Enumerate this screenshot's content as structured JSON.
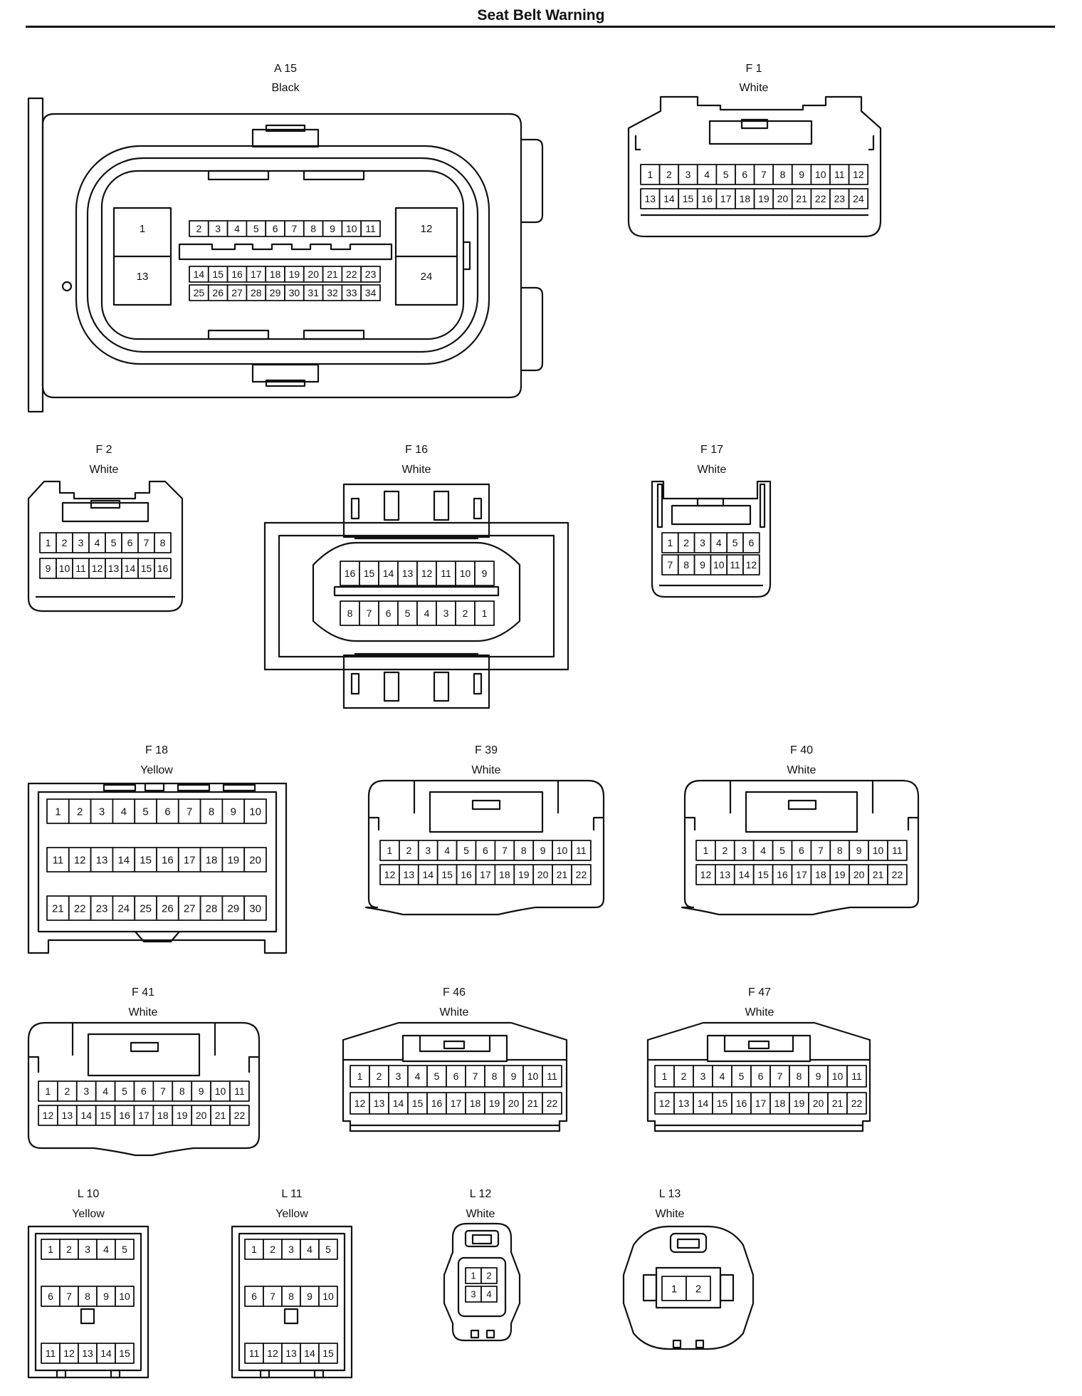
{
  "page": {
    "title": "Seat Belt Warning"
  },
  "connectors": [
    {
      "id": "A 15",
      "color": "Black",
      "pins": [
        "1",
        "2",
        "3",
        "4",
        "5",
        "6",
        "7",
        "8",
        "9",
        "10",
        "11",
        "12",
        "13",
        "14",
        "15",
        "16",
        "17",
        "18",
        "19",
        "20",
        "21",
        "22",
        "23",
        "24",
        "25",
        "26",
        "27",
        "28",
        "29",
        "30",
        "31",
        "32",
        "33",
        "34"
      ]
    },
    {
      "id": "F 1",
      "color": "White",
      "pins": [
        "1",
        "2",
        "3",
        "4",
        "5",
        "6",
        "7",
        "8",
        "9",
        "10",
        "11",
        "12",
        "13",
        "14",
        "15",
        "16",
        "17",
        "18",
        "19",
        "20",
        "21",
        "22",
        "23",
        "24"
      ]
    },
    {
      "id": "F 2",
      "color": "White",
      "pins": [
        "1",
        "2",
        "3",
        "4",
        "5",
        "6",
        "7",
        "8",
        "9",
        "10",
        "11",
        "12",
        "13",
        "14",
        "15",
        "16"
      ]
    },
    {
      "id": "F 16",
      "color": "White",
      "pins": [
        "16",
        "15",
        "14",
        "13",
        "12",
        "11",
        "10",
        "9",
        "8",
        "7",
        "6",
        "5",
        "4",
        "3",
        "2",
        "1"
      ]
    },
    {
      "id": "F 17",
      "color": "White",
      "pins": [
        "1",
        "2",
        "3",
        "4",
        "5",
        "6",
        "7",
        "8",
        "9",
        "10",
        "11",
        "12"
      ]
    },
    {
      "id": "F 18",
      "color": "Yellow",
      "pins": [
        "1",
        "2",
        "3",
        "4",
        "5",
        "6",
        "7",
        "8",
        "9",
        "10",
        "11",
        "12",
        "13",
        "14",
        "15",
        "16",
        "17",
        "18",
        "19",
        "20",
        "21",
        "22",
        "23",
        "24",
        "25",
        "26",
        "27",
        "28",
        "29",
        "30"
      ]
    },
    {
      "id": "F 39",
      "color": "White",
      "pins": [
        "1",
        "2",
        "3",
        "4",
        "5",
        "6",
        "7",
        "8",
        "9",
        "10",
        "11",
        "12",
        "13",
        "14",
        "15",
        "16",
        "17",
        "18",
        "19",
        "20",
        "21",
        "22"
      ]
    },
    {
      "id": "F 40",
      "color": "White",
      "pins": [
        "1",
        "2",
        "3",
        "4",
        "5",
        "6",
        "7",
        "8",
        "9",
        "10",
        "11",
        "12",
        "13",
        "14",
        "15",
        "16",
        "17",
        "18",
        "19",
        "20",
        "21",
        "22"
      ]
    },
    {
      "id": "F 41",
      "color": "White",
      "pins": [
        "1",
        "2",
        "3",
        "4",
        "5",
        "6",
        "7",
        "8",
        "9",
        "10",
        "11",
        "12",
        "13",
        "14",
        "15",
        "16",
        "17",
        "18",
        "19",
        "20",
        "21",
        "22"
      ]
    },
    {
      "id": "F 46",
      "color": "White",
      "pins": [
        "1",
        "2",
        "3",
        "4",
        "5",
        "6",
        "7",
        "8",
        "9",
        "10",
        "11",
        "12",
        "13",
        "14",
        "15",
        "16",
        "17",
        "18",
        "19",
        "20",
        "21",
        "22"
      ]
    },
    {
      "id": "F 47",
      "color": "White",
      "pins": [
        "1",
        "2",
        "3",
        "4",
        "5",
        "6",
        "7",
        "8",
        "9",
        "10",
        "11",
        "12",
        "13",
        "14",
        "15",
        "16",
        "17",
        "18",
        "19",
        "20",
        "21",
        "22"
      ]
    },
    {
      "id": "L 10",
      "color": "Yellow",
      "pins": [
        "1",
        "2",
        "3",
        "4",
        "5",
        "6",
        "7",
        "8",
        "9",
        "10",
        "11",
        "12",
        "13",
        "14",
        "15"
      ]
    },
    {
      "id": "L 11",
      "color": "Yellow",
      "pins": [
        "1",
        "2",
        "3",
        "4",
        "5",
        "6",
        "7",
        "8",
        "9",
        "10",
        "11",
        "12",
        "13",
        "14",
        "15"
      ]
    },
    {
      "id": "L 12",
      "color": "White",
      "pins": [
        "1",
        "2",
        "3",
        "4"
      ]
    },
    {
      "id": "L 13",
      "color": "White",
      "pins": [
        "1",
        "2"
      ]
    }
  ]
}
